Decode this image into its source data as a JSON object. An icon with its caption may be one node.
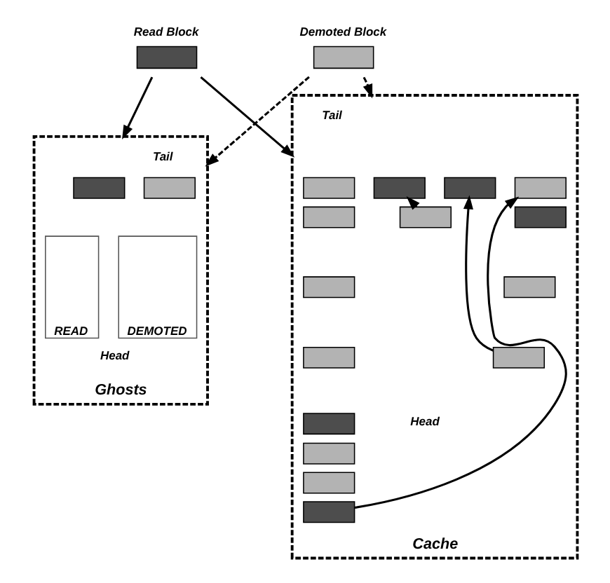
{
  "diagram": {
    "nodes": [
      {
        "text": [
          "Read Block"
        ]
      },
      {
        "text": [
          "Demoted Block"
        ]
      },
      {
        "text": [
          "Ghosts"
        ]
      },
      {
        "text": [],
        "shape": "box",
        "in": 2
      },
      {
        "text": [],
        "shape": "box",
        "in": 2
      },
      {
        "text": [
          "READ"
        ],
        "in": 2
      },
      {
        "text": [
          "DEMOTED"
        ],
        "in": 2
      },
      {
        "text": [
          "Cache"
        ]
      },
      {
        "text": [],
        "shape": "box",
        "in": 7
      },
      {
        "text": [],
        "shape": "box",
        "in": 7
      },
      {
        "text": [],
        "shape": "box",
        "in": 7
      },
      {
        "text": [],
        "shape": "box",
        "in": 7
      },
      {
        "text": [],
        "shape": "box",
        "in": 7
      },
      {
        "text": [],
        "shape": "box",
        "in": 7
      },
      {
        "text": [],
        "shape": "box",
        "in": 7
      },
      {
        "text": [],
        "shape": "box",
        "in": 7
      },
      {
        "text": [],
        "shape": "box",
        "in": 7
      },
      {
        "text": [],
        "shape": "box",
        "in": 7
      },
      {
        "text": [],
        "shape": "box",
        "in": 7
      },
      {
        "text": [],
        "shape": "box",
        "in": 7
      },
      {
        "text": [],
        "shape": "box",
        "in": 7
      },
      {
        "text": [],
        "shape": "box",
        "in": 7
      },
      {
        "text": [],
        "shape": "box",
        "in": 7
      }
    ],
    "edges": [
      {
        "from": 0,
        "to": 2,
        "arrow": "to"
      },
      {
        "from": 0,
        "to": 7,
        "arrow": "to"
      },
      {
        "from": 1,
        "to": 2,
        "arrow": "to",
        "style": "dashed"
      },
      {
        "from": 1,
        "to": 7,
        "arrow": "to",
        "style": "dashed"
      },
      {
        "from": 15,
        "to": 16,
        "arrow": "to"
      },
      {
        "from": 19,
        "to": 20,
        "arrow": "to"
      },
      {
        "from": 21,
        "to": 22,
        "arrow": "to"
      }
    ],
    "labels": [
      "Tail",
      "Head",
      "Tail",
      "Head"
    ]
  }
}
